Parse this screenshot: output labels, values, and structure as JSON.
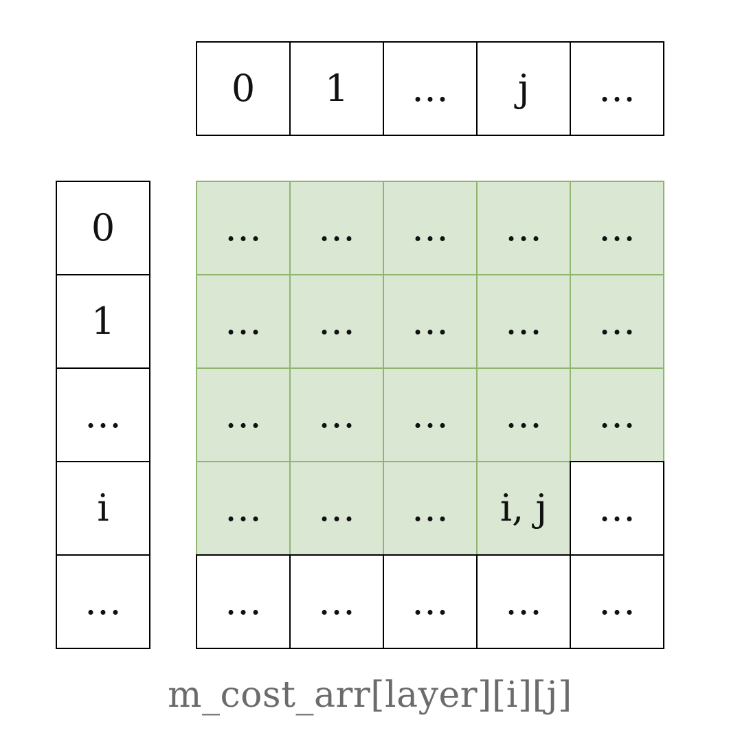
{
  "caption": "m_cost_arr[layer][i][j]",
  "colors": {
    "background": "#ffffff",
    "green_fill": "#dae7d3",
    "green_stroke": "#8fb56e",
    "header_border": "#000000",
    "cell_text": "#111111",
    "caption_text": "#6b6b6b"
  },
  "column_header": {
    "cells": [
      "0",
      "1",
      "…",
      "j",
      "…"
    ]
  },
  "row_header": {
    "cells": [
      "0",
      "1",
      "…",
      "i",
      "…"
    ]
  },
  "grid": {
    "rows": [
      {
        "cells": [
          {
            "text": "…",
            "fill": "green"
          },
          {
            "text": "…",
            "fill": "green"
          },
          {
            "text": "…",
            "fill": "green"
          },
          {
            "text": "…",
            "fill": "green"
          },
          {
            "text": "…",
            "fill": "green"
          }
        ]
      },
      {
        "cells": [
          {
            "text": "…",
            "fill": "green"
          },
          {
            "text": "…",
            "fill": "green"
          },
          {
            "text": "…",
            "fill": "green"
          },
          {
            "text": "…",
            "fill": "green"
          },
          {
            "text": "…",
            "fill": "green"
          }
        ]
      },
      {
        "cells": [
          {
            "text": "…",
            "fill": "green"
          },
          {
            "text": "…",
            "fill": "green"
          },
          {
            "text": "…",
            "fill": "green"
          },
          {
            "text": "…",
            "fill": "green"
          },
          {
            "text": "…",
            "fill": "green"
          }
        ]
      },
      {
        "cells": [
          {
            "text": "…",
            "fill": "green"
          },
          {
            "text": "…",
            "fill": "green"
          },
          {
            "text": "…",
            "fill": "green"
          },
          {
            "text": "i, j",
            "fill": "green"
          },
          {
            "text": "…",
            "fill": "white"
          }
        ]
      },
      {
        "cells": [
          {
            "text": "…",
            "fill": "white"
          },
          {
            "text": "…",
            "fill": "white"
          },
          {
            "text": "…",
            "fill": "white"
          },
          {
            "text": "…",
            "fill": "white"
          },
          {
            "text": "…",
            "fill": "white"
          }
        ]
      }
    ]
  }
}
